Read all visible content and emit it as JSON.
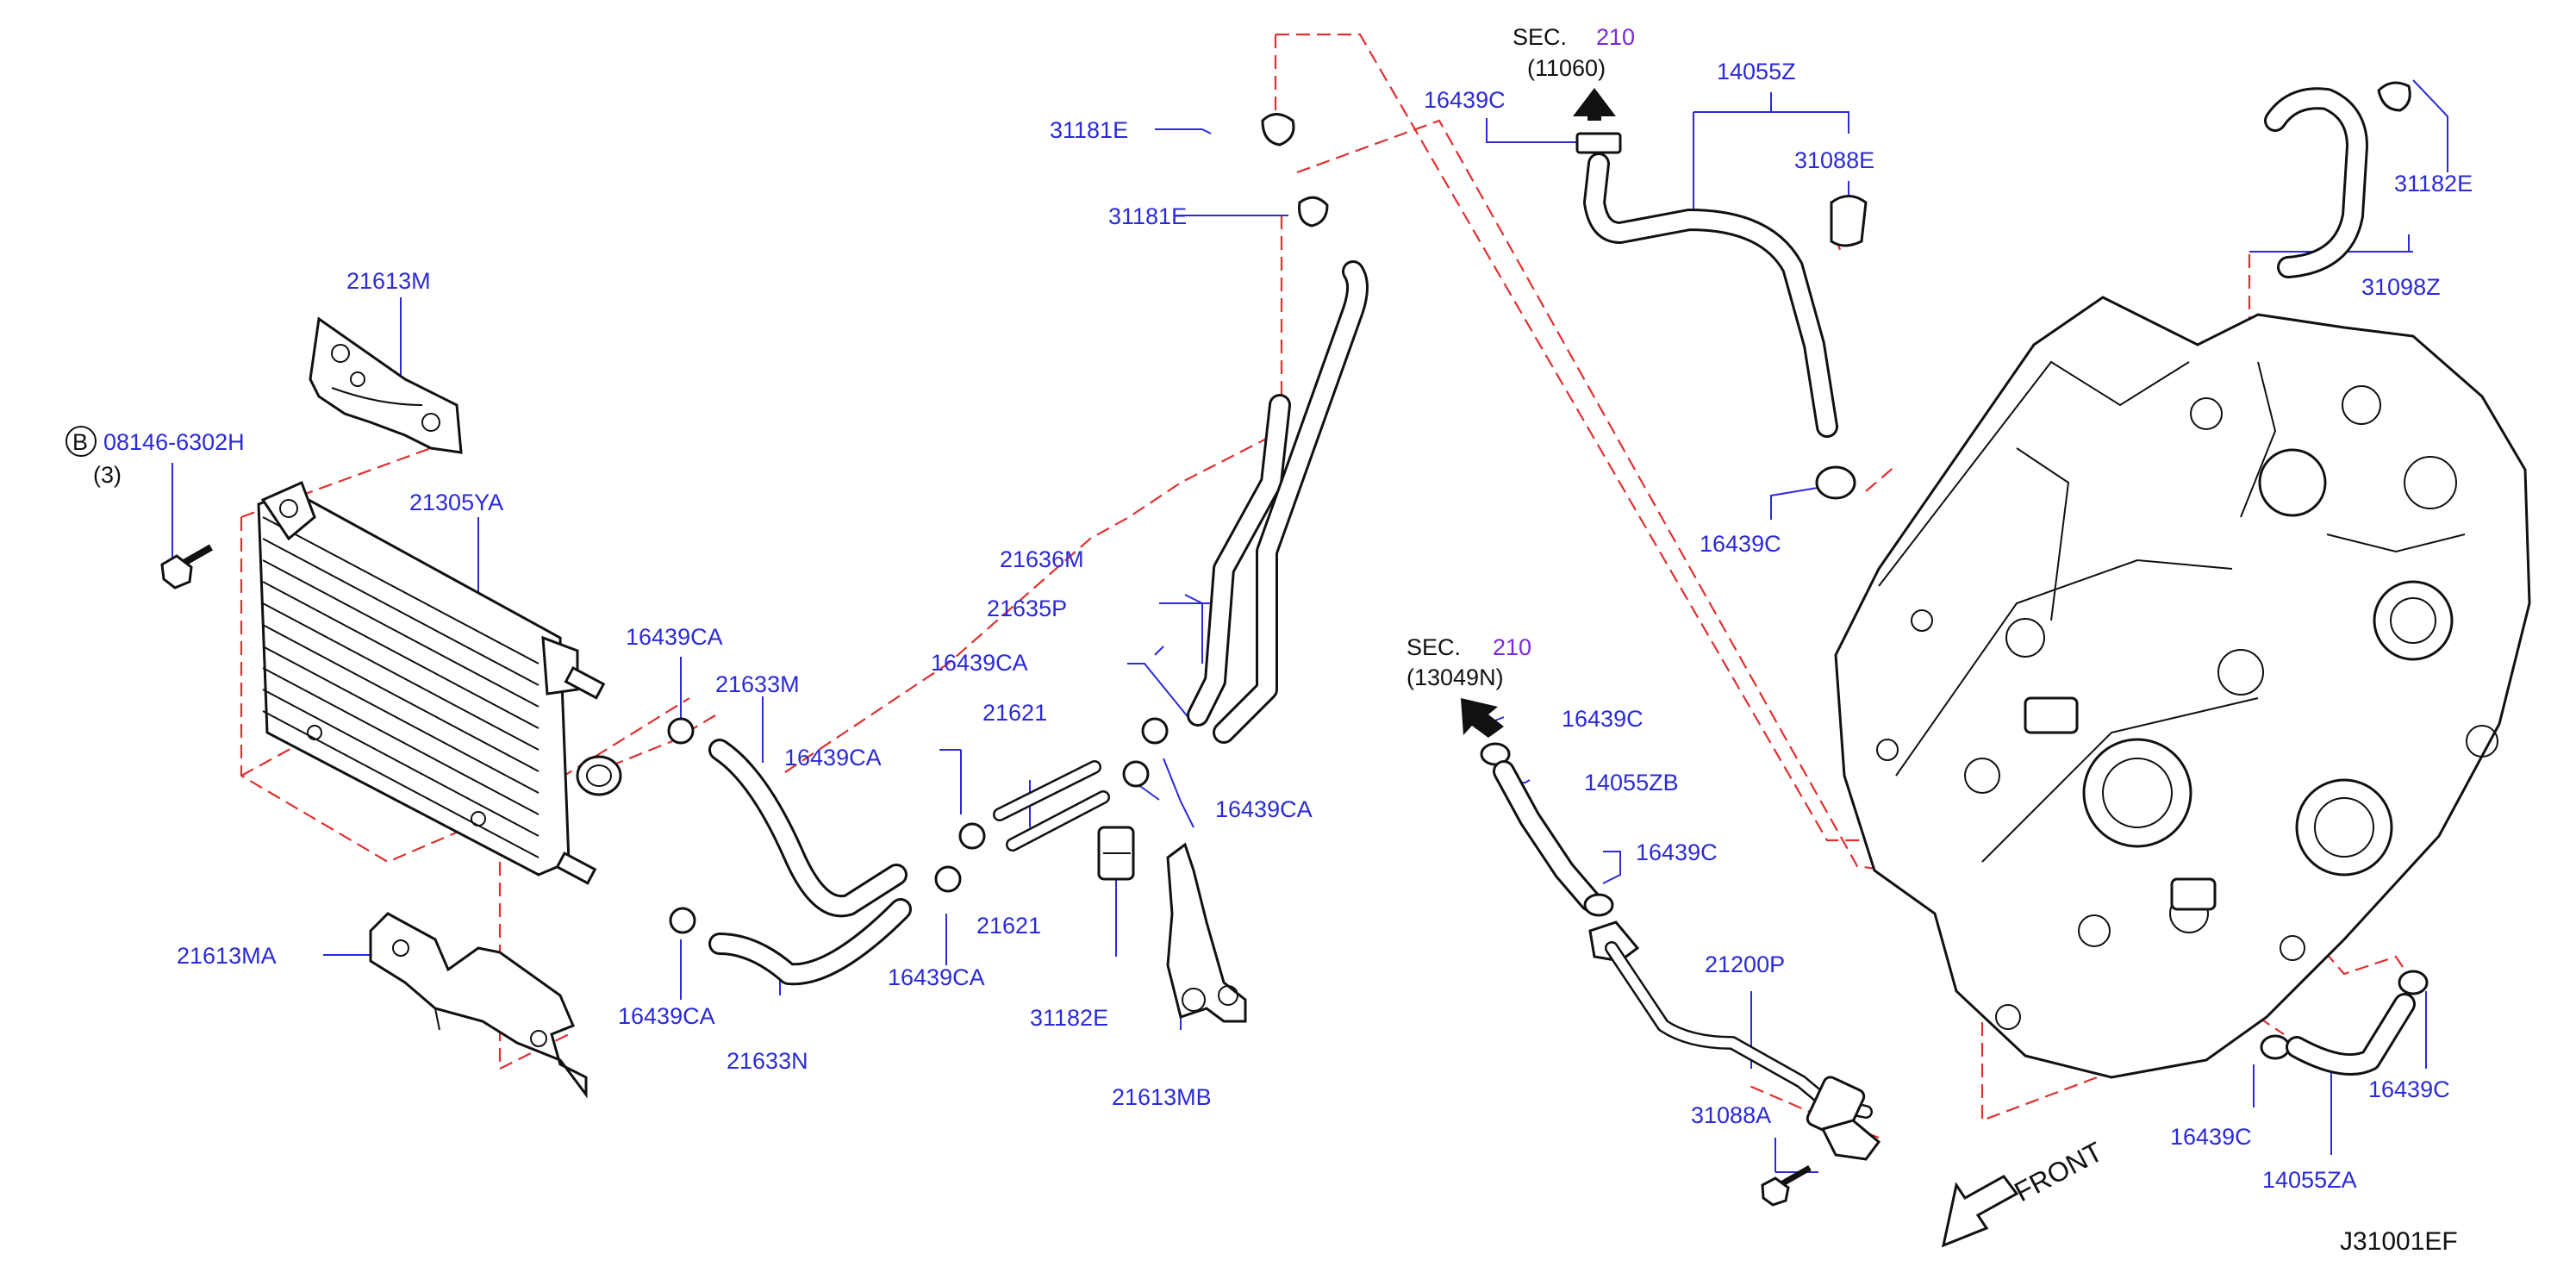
{
  "diagram_code": "J31001EF",
  "front_label": "FRONT",
  "bolt_badge": {
    "letter": "B",
    "part": "08146-6302H",
    "qty": "(3)"
  },
  "sec_refs": [
    {
      "id": "sec-top",
      "prefix": "SEC.",
      "num": "210",
      "sub": "(11060)"
    },
    {
      "id": "sec-mid",
      "prefix": "SEC.",
      "num": "210",
      "sub": "(13049N)"
    }
  ],
  "labels": {
    "p21613M": "21613M",
    "p21305YA": "21305YA",
    "p16439CA_a": "16439CA",
    "p21633M": "21633M",
    "p16439CA_b": "16439CA",
    "p16439CA_c": "16439CA",
    "p21621_a": "21621",
    "p21621_b": "21621",
    "p16439CA_d": "16439CA",
    "p16439CA_e": "16439CA",
    "p16439CA_f": "16439CA",
    "p21613MA": "21613MA",
    "p21633N": "21633N",
    "p31182E_a": "31182E",
    "p21613MB": "21613MB",
    "p21636M": "21636M",
    "p21635P": "21635P",
    "p31181E_a": "31181E",
    "p31181E_b": "31181E",
    "p16439C_a": "16439C",
    "p14055Z": "14055Z",
    "p31088E": "31088E",
    "p16439C_b": "16439C",
    "p31182E_b": "31182E",
    "p31098Z": "31098Z",
    "p16439C_c": "16439C",
    "p14055ZB": "14055ZB",
    "p16439C_d": "16439C",
    "p21200P": "21200P",
    "p31088A": "31088A",
    "p16439C_e": "16439C",
    "p16439C_f": "16439C",
    "p14055ZA": "14055ZA"
  }
}
